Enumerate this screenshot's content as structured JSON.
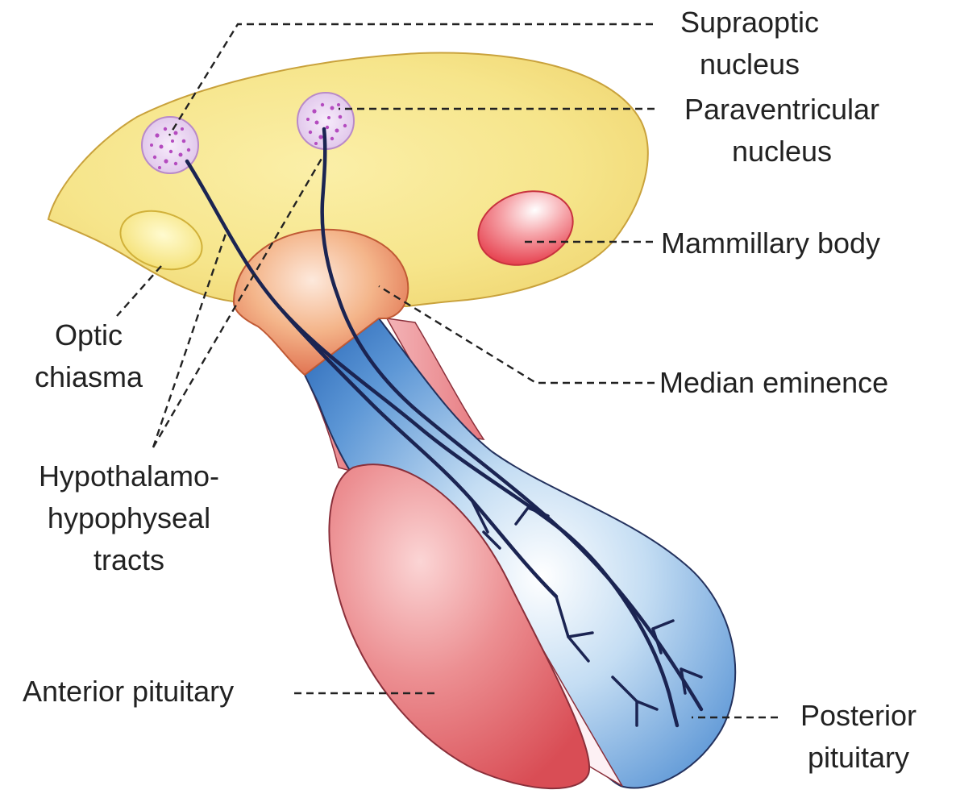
{
  "labels": {
    "supraoptic": [
      "Supraoptic",
      "nucleus"
    ],
    "paraventricular": [
      "Paraventricular",
      "nucleus"
    ],
    "mammillary": "Mammillary body",
    "optic": [
      "Optic",
      "chiasma"
    ],
    "median": "Median eminence",
    "hypothalamo": [
      "Hypothalamo-",
      "hypophyseal",
      "tracts"
    ],
    "anterior": "Anterior pituitary",
    "posterior": [
      "Posterior",
      "pituitary"
    ]
  },
  "colors": {
    "hypothalamus": "#f5e58a",
    "median_eminence": "#f0a276",
    "mammillary": "#ee5a63",
    "optic_chiasma": "#fbf3a0",
    "anterior_pituitary": "#e87777",
    "posterior_pituitary": "#4f8fd2",
    "nerve_tract": "#1b2452",
    "nucleus": "#b96bc9"
  }
}
